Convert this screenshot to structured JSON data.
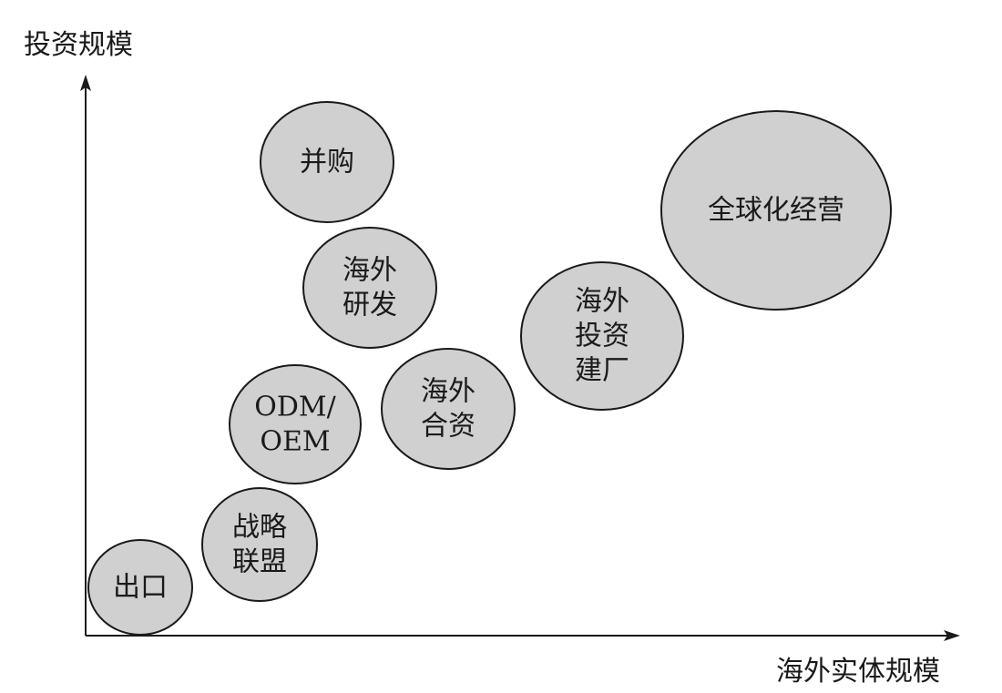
{
  "axes": {
    "y_label": "投资规模",
    "x_label": "海外实体规模"
  },
  "colors": {
    "bubble_fill": "#d0d0d0",
    "bubble_stroke": "#1a1a1a",
    "axis": "#1a1a1a",
    "text": "#1a1a1a"
  },
  "nodes": [
    {
      "id": "export",
      "lines": [
        "出口"
      ]
    },
    {
      "id": "alliance",
      "lines": [
        "战略",
        "联盟"
      ]
    },
    {
      "id": "odm-oem",
      "lines": [
        "ODM/",
        "OEM"
      ]
    },
    {
      "id": "overseas-rd",
      "lines": [
        "海外",
        "研发"
      ]
    },
    {
      "id": "merger",
      "lines": [
        "并购"
      ]
    },
    {
      "id": "joint-venture",
      "lines": [
        "海外",
        "合资"
      ]
    },
    {
      "id": "overseas-factory",
      "lines": [
        "海外",
        "投资",
        "建厂"
      ]
    },
    {
      "id": "global-ops",
      "lines": [
        "全球化经营"
      ]
    }
  ]
}
